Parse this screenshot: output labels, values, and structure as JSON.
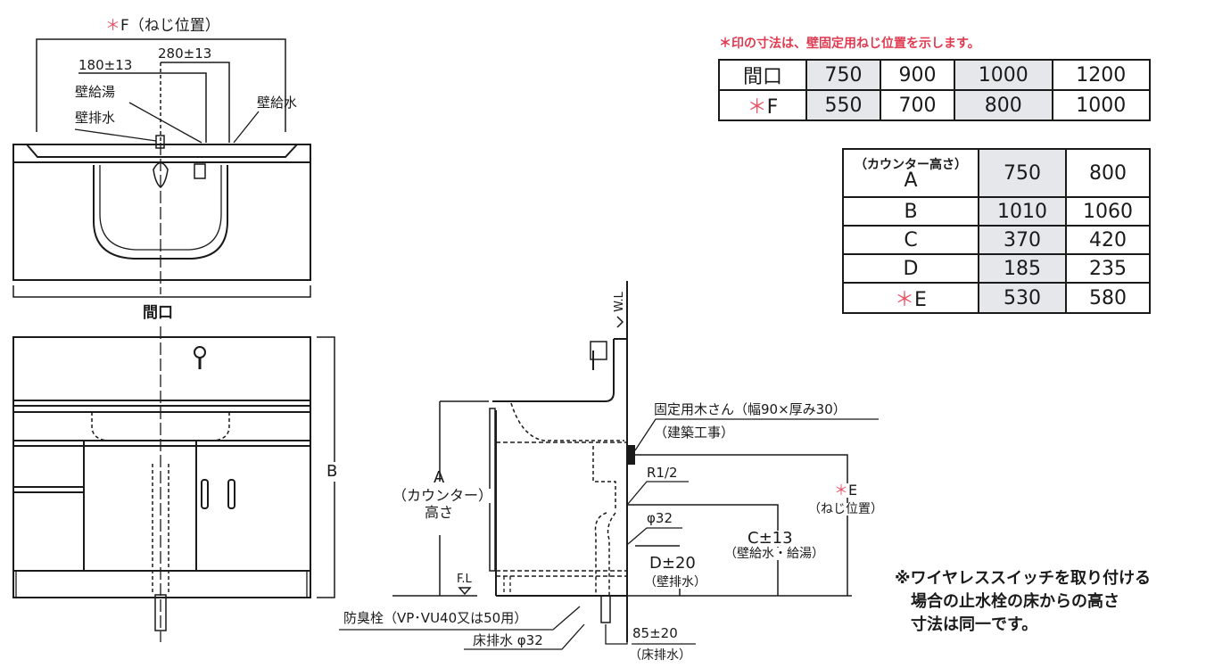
{
  "note_top": "＊印の寸法は、壁固定用ねじ位置を示します。",
  "plan_view": {
    "f_label": "F（ねじ位置）",
    "dim_180": "180±13",
    "dim_280": "280±13",
    "wall_hot_water": "壁給湯",
    "wall_drain": "壁排水",
    "wall_water": "壁給水",
    "width_label": "間口"
  },
  "front_view": {
    "height_label": "B"
  },
  "side_view": {
    "wl": "W.L",
    "fl": "F.L",
    "a_label": "A",
    "a_sub1": "（カウンター）",
    "a_sub2": "高さ",
    "fixing_wood": "固定用木さん（幅90×厚み30）",
    "fixing_wood_sub": "（建築工事）",
    "r_half": "R1/2",
    "phi32": "φ32",
    "e_label": "E",
    "e_sub": "（ねじ位置）",
    "c_label": "C±13",
    "c_sub": "（壁給水・給湯）",
    "d_label": "D±20",
    "d_sub": "（壁排水）",
    "trap": "防臭栓（VP･VU40又は50用）",
    "floor_drain": "床排水 φ32",
    "dim_85": "85±20",
    "dim_85_sub": "（床排水）"
  },
  "table_width": {
    "rows": [
      {
        "label": "間口",
        "star": false,
        "values": [
          "750",
          "900",
          "1000",
          "1200"
        ]
      },
      {
        "label": "F",
        "star": true,
        "values": [
          "550",
          "700",
          "800",
          "1000"
        ]
      }
    ]
  },
  "table_height": {
    "header_sub": "（カウンター高さ）",
    "rows": [
      {
        "label": "A",
        "star": false,
        "values": [
          "750",
          "800"
        ]
      },
      {
        "label": "B",
        "star": false,
        "values": [
          "1010",
          "1060"
        ]
      },
      {
        "label": "C",
        "star": false,
        "values": [
          "370",
          "420"
        ]
      },
      {
        "label": "D",
        "star": false,
        "values": [
          "185",
          "235"
        ]
      },
      {
        "label": "E",
        "star": true,
        "values": [
          "530",
          "580"
        ]
      }
    ]
  },
  "wireless_note": [
    "※ワイヤレススイッチを取り付ける",
    "場合の止水栓の床からの高さ",
    "寸法は同一です。"
  ],
  "star_symbol": "＊",
  "colors": {
    "star": "#e8566a",
    "note_red": "#e03a50",
    "shade": "#e6e7ea"
  }
}
